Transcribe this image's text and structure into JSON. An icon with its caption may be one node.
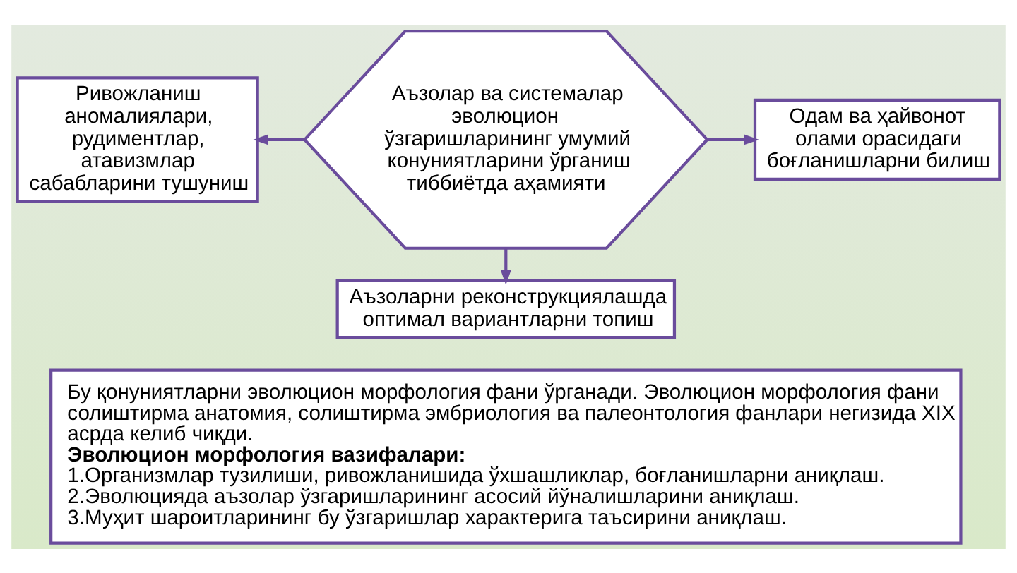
{
  "diagram": {
    "nodes": [
      {
        "text": [
          "Аъзолар ва системалар эволюцион ўзгаришларининг умумий конуниятларини ўрганиш тиббиётда аҳамияти"
        ]
      },
      {
        "text": [
          "Ривожланиш аномалиялари, рудиментлар, атавизмлар сабабларини тушуниш"
        ]
      },
      {
        "text": [
          "Одам ва ҳайвонот олами орасидаги боғланишларни билиш"
        ]
      },
      {
        "text": [
          "Аъзоларни реконструкциялашда оптимал вариантларни топиш"
        ]
      },
      {
        "text": [
          "Бу қонуниятларни эволюцион морфология фани ўрганади. Эволюцион морфология фани солиштирма анатомия, солиштирма эмбриология ва палеонтология фанлари негизида XIX асрда келиб чиқди.",
          "Эволюцион морфология вазифалари:",
          "1.Организмлар тузилиши, ривожланишида ўхшашликлар, боғланишларни аниқлаш.",
          "2.Эволюцияда аъзолар ўзгаришларининг асосий йўналишларини аниқлаш.",
          "3.Муҳит шароитларининг бу ўзгаришлар характерига таъсирини аниқлаш."
        ]
      }
    ],
    "edges": [
      {
        "from": 0,
        "to": 1,
        "arrow": "to"
      },
      {
        "from": 0,
        "to": 2,
        "arrow": "to"
      },
      {
        "from": 0,
        "to": 3,
        "arrow": "to"
      }
    ]
  }
}
